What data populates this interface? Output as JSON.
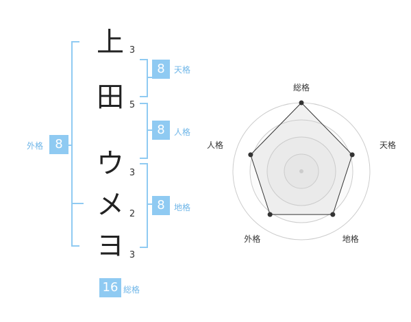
{
  "name": {
    "chars": [
      {
        "char": "上",
        "strokes": "3"
      },
      {
        "char": "田",
        "strokes": "5"
      },
      {
        "char": "ウ",
        "strokes": "3"
      },
      {
        "char": "メ",
        "strokes": "2"
      },
      {
        "char": "ヨ",
        "strokes": "3"
      }
    ]
  },
  "fortune": {
    "tenkaku": {
      "value": "8",
      "label": "天格"
    },
    "jinkaku": {
      "value": "8",
      "label": "人格"
    },
    "chikaku": {
      "value": "8",
      "label": "地格"
    },
    "gaikaku": {
      "value": "8",
      "label": "外格"
    },
    "soukaku": {
      "value": "16",
      "label": "総格"
    }
  },
  "colors": {
    "accent": "#8fcaf2",
    "accent_text": "#6fb6e8",
    "text": "#222222"
  },
  "chart_data": {
    "type": "radar",
    "axes": [
      "総格",
      "天格",
      "地格",
      "外格",
      "人格"
    ],
    "series": [
      {
        "values": [
          1.0,
          0.78,
          0.78,
          0.78,
          0.78
        ]
      }
    ],
    "rings": 4,
    "range": [
      0,
      1
    ]
  }
}
